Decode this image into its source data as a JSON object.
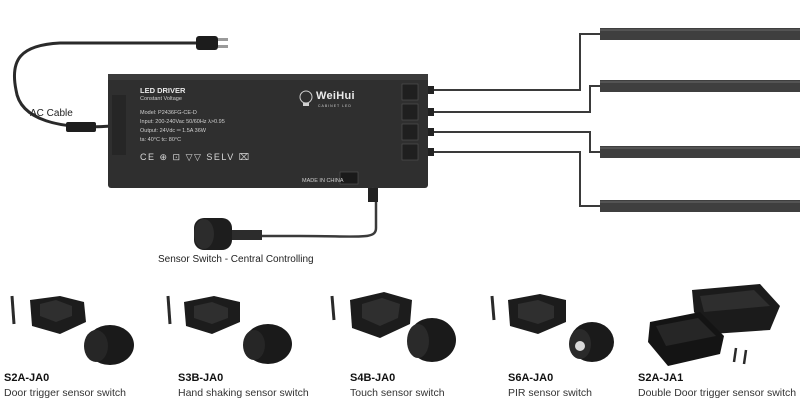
{
  "cable_label": "AC Cable",
  "sensor_caption": "Sensor Switch - Central Controlling",
  "driver": {
    "title": "LED DRIVER",
    "subtitle": "Constant Voltage",
    "model": "Model: P2436FG-CE-D",
    "input": "Input: 200-240Vac  50/60Hz   λ>0.95",
    "output": "Output: 24Vdc ═ 1.5A  36W",
    "temps": "ta: 40°C   tc: 80°C",
    "marks": "CE ⊕ ⊡ ▽▽ SELV ⌧",
    "made_in": "MADE IN CHINA",
    "brand": "WeiHui",
    "brand_sub": "CABINET LED"
  },
  "products": [
    {
      "code": "S2A-JA0",
      "description": "Door trigger sensor switch"
    },
    {
      "code": "S3B-JA0",
      "description": "Hand shaking sensor switch"
    },
    {
      "code": "S4B-JA0",
      "description": "Touch sensor switch"
    },
    {
      "code": "S6A-JA0",
      "description": "PIR sensor switch"
    },
    {
      "code": "S2A-JA1",
      "description": "Double Door trigger sensor switch"
    }
  ],
  "colors": {
    "driver_body": "#2f2f2f",
    "profile": "#4a4a4a",
    "cable": "#333333"
  }
}
